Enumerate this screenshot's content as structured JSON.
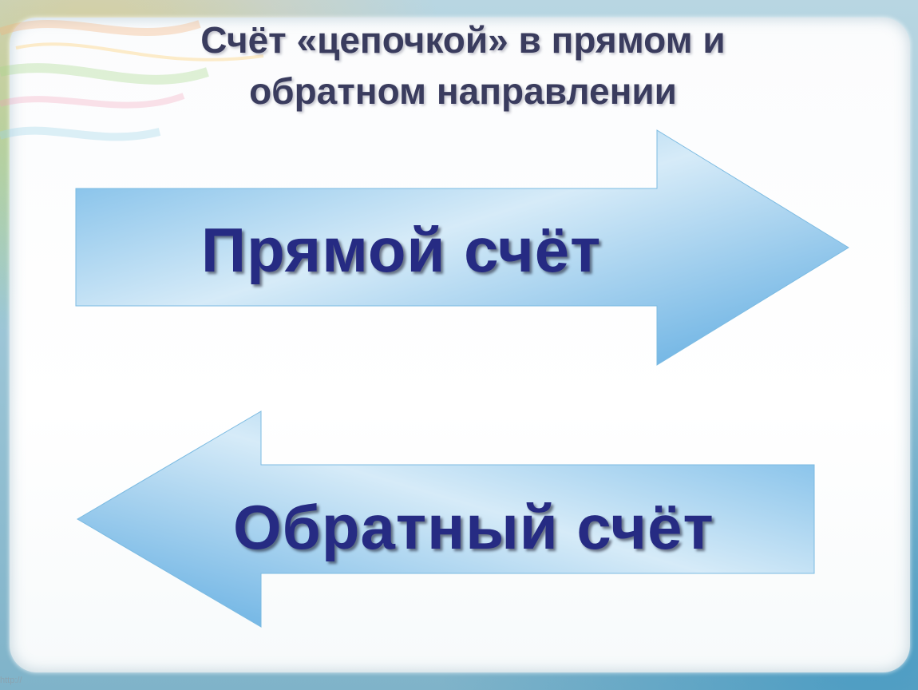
{
  "slide": {
    "title_line1": "Счёт «цепочкой» в прямом и",
    "title_line2": "обратном направлении",
    "forward_arrow_label": "Прямой счёт",
    "backward_arrow_label": "Обратный счёт",
    "footer_url": "http://"
  },
  "colors": {
    "title_text": "#3a3c5e",
    "arrow_text": "#262b83",
    "arrow_fill_dark": "#6fb6e6",
    "arrow_fill_light": "#d6ebf8"
  }
}
